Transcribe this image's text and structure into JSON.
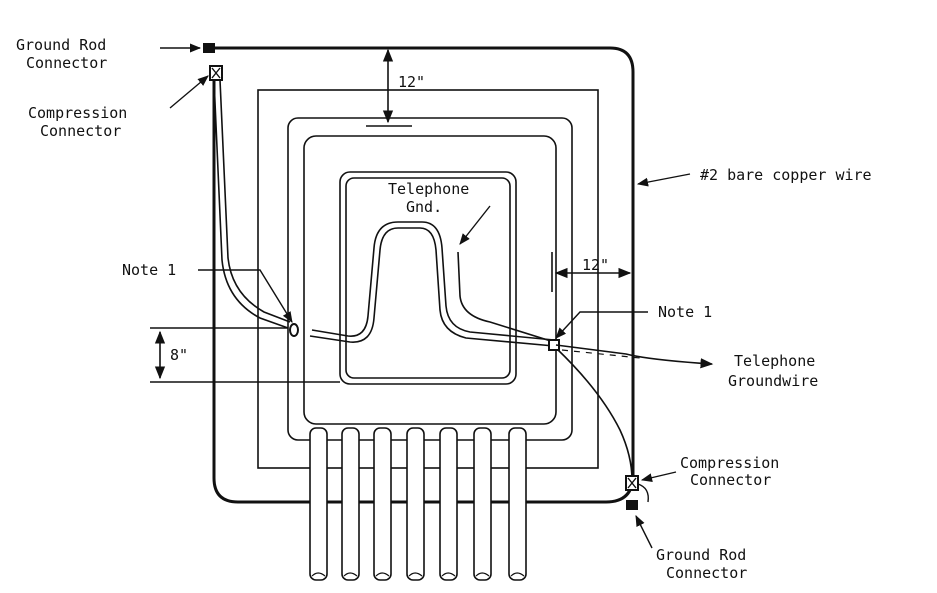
{
  "labels": {
    "ground_rod_connector_top": [
      "Ground Rod",
      "Connector"
    ],
    "compression_connector_top": [
      "Compression",
      "Connector"
    ],
    "bare_copper_wire": "#2 bare copper wire",
    "telephone_gnd": [
      "Telephone",
      "Gnd."
    ],
    "note_left": "Note 1",
    "note_right": "Note 1",
    "telephone_groundwire": [
      "Telephone",
      "Groundwire"
    ],
    "compression_connector_bottom": [
      "Compression",
      "Connector"
    ],
    "ground_rod_connector_bottom": [
      "Ground Rod",
      "Connector"
    ]
  },
  "dimensions": {
    "top_offset": "12\"",
    "right_offset": "12\"",
    "left_offset": "8\""
  },
  "colors": {
    "line": "#111111",
    "background": "#ffffff"
  }
}
